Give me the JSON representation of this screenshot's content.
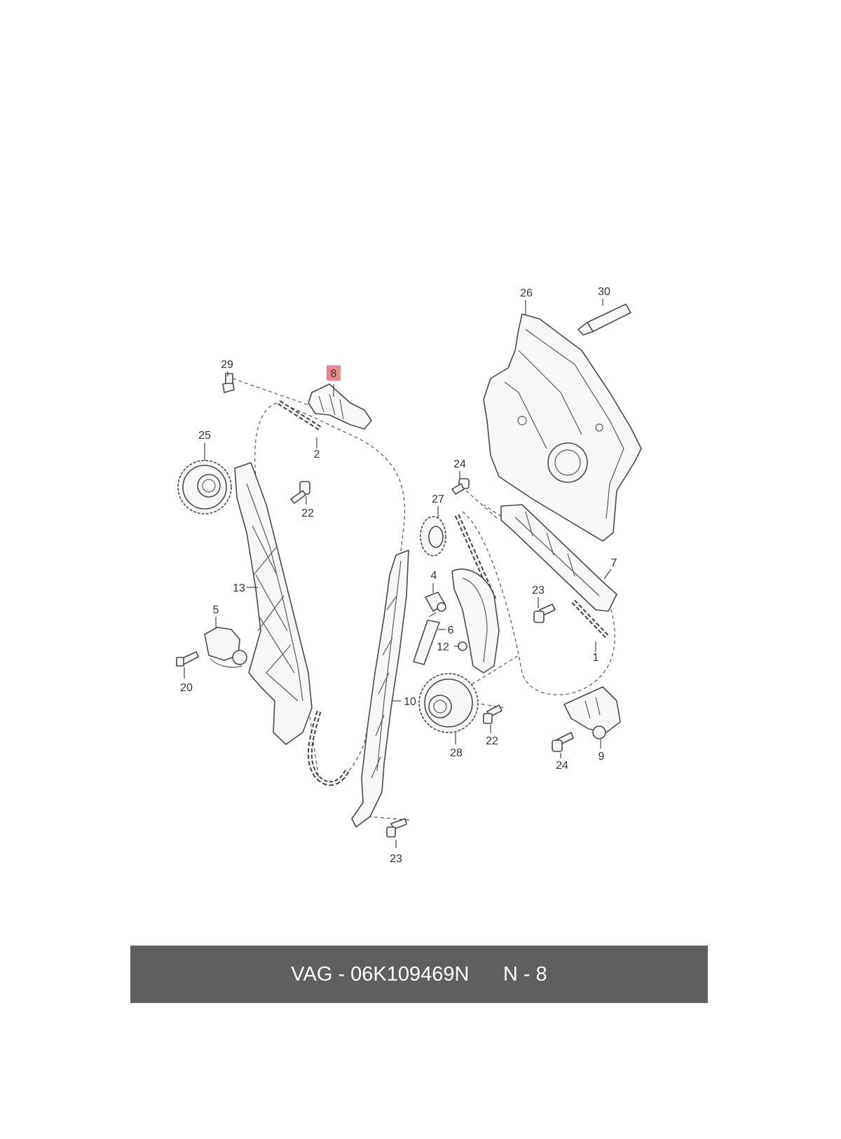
{
  "diagram": {
    "highlight_color": "#e8737a",
    "labels": {
      "p1": "1",
      "p2": "2",
      "p4": "4",
      "p5": "5",
      "p6": "6",
      "p7": "7",
      "p8": "8",
      "p9": "9",
      "p10": "10",
      "p12": "12",
      "p13": "13",
      "p20": "20",
      "p22a": "22",
      "p22b": "22",
      "p23a": "23",
      "p23b": "23",
      "p24a": "24",
      "p24b": "24",
      "p25": "25",
      "p26": "26",
      "p27": "27",
      "p28": "28",
      "p29": "29",
      "p30": "30"
    }
  },
  "footer": {
    "brand": "VAG",
    "separator": " - ",
    "part_number": "06K109469N",
    "position": "N - 8"
  }
}
